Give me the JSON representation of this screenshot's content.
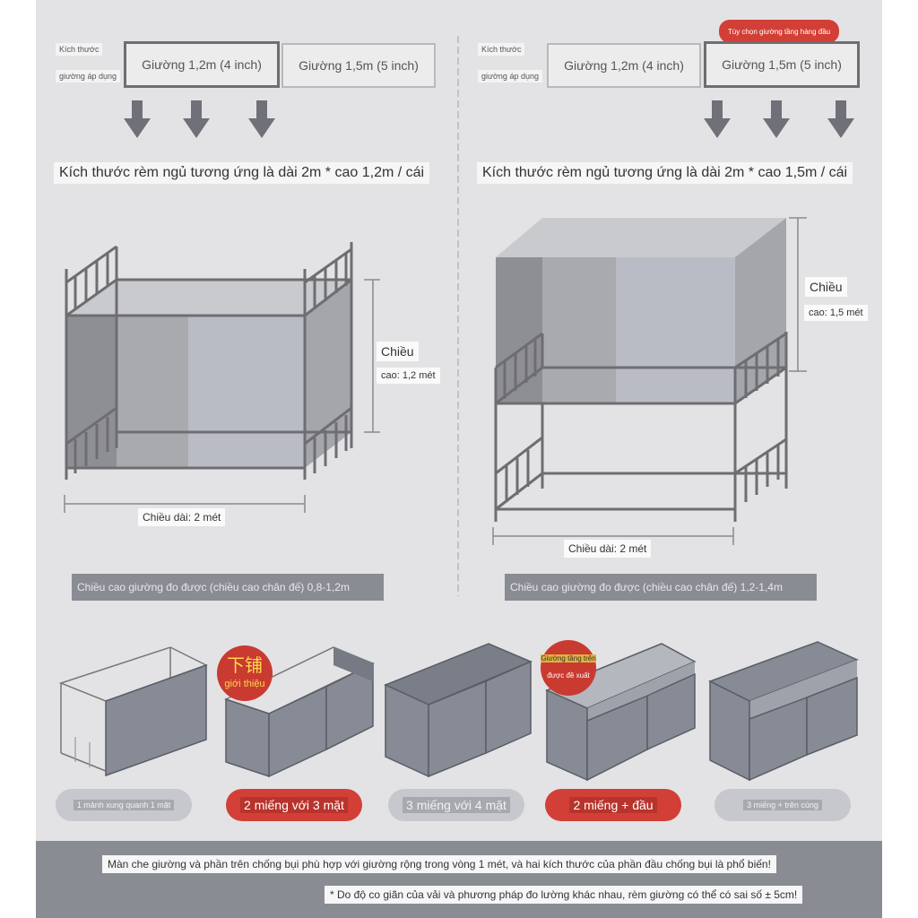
{
  "left": {
    "size_label_1": "Kích thước",
    "size_label_2": "giường áp dụng",
    "option_a": "Giường 1,2m (4 inch)",
    "option_b": "Giường 1,5m (5 inch)",
    "headline": "Kích thước rèm ngủ tương ứng là dài 2m * cao 1,2m / cái",
    "height_word": "Chiều",
    "height_value": "cao: 1,2 mét",
    "length": "Chiều dài: 2 mét",
    "measured": "Chiều cao giường đo được (chiều cao chân đế) 0,8-1,2m"
  },
  "right": {
    "size_label_1": "Kích thước",
    "size_label_2": "giường áp dụng",
    "option_a": "Giường 1,2m (4 inch)",
    "option_b": "Giường 1,5m (5 inch)",
    "top_option": "Tùy chọn giường tầng hàng đầu",
    "headline": "Kích thước rèm ngủ tương ứng là dài 2m * cao 1,5m / cái",
    "height_word": "Chiều",
    "height_value": "cao: 1,5 mét",
    "length": "Chiều dài: 2 mét",
    "measured": "Chiều cao giường đo được (chiều cao chân đế) 1,2-1,4m"
  },
  "badges": {
    "b1_line1": "下铺",
    "b1_line2": "giới thiệu",
    "b2_line1": "Giường tầng trên",
    "b2_line2": "được đề xuất"
  },
  "options": [
    {
      "label": "1 mảnh xung quanh 1 mặt",
      "highlight": false
    },
    {
      "label": "2 miếng với 3 mặt",
      "highlight": true
    },
    {
      "label": "3 miếng với 4 mặt",
      "highlight": false
    },
    {
      "label": "2 miếng + đầu",
      "highlight": true
    },
    {
      "label": "3 miếng + trên cùng",
      "highlight": false
    }
  ],
  "footer": {
    "line1": "Màn che giường và phần trên chống bụi phù hợp với giường rộng trong vòng 1 mét, và hai kích thước của phần đầu chống bụi là phổ biến!",
    "line2": "* Do độ co giãn của vải và phương pháp đo lường khác nhau, rèm giường có thể có sai số ± 5cm!"
  },
  "colors": {
    "accent_red": "#d23f36",
    "panel": "#e3e3e5",
    "frame": "#6e6e72",
    "curtain": "#8e939d"
  }
}
